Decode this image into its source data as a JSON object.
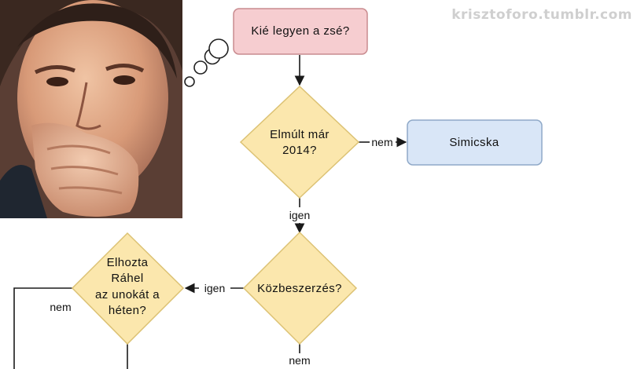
{
  "watermark": "krisztoforo.tumblr.com",
  "photo": {
    "subject": "man-thinking-photo"
  },
  "colors": {
    "start_fill": "#f6cdd0",
    "start_stroke": "#c98b8f",
    "decision_fill": "#fbe7ad",
    "decision_stroke": "#dcc274",
    "end_fill": "#d9e6f7",
    "end_stroke": "#8fa9c8",
    "line": "#1a1a1a"
  },
  "nodes": {
    "start": {
      "label": "Kié legyen a zsé?"
    },
    "decision_2014": {
      "lines": [
        "Elmúlt már",
        "2014?"
      ]
    },
    "simicska": {
      "label": "Simicska"
    },
    "kozbeszerzes": {
      "label": "Közbeszerzés?"
    },
    "rahel": {
      "lines": [
        "Elhozta",
        "Ráhel",
        "az unokát a",
        "héten?"
      ]
    }
  },
  "edges": {
    "nem_to_simicska": "nem",
    "igen_from_2014": "igen",
    "igen_to_rahel": "igen",
    "nem_from_kozbeszerzes": "nem",
    "nem_from_rahel": "nem"
  }
}
